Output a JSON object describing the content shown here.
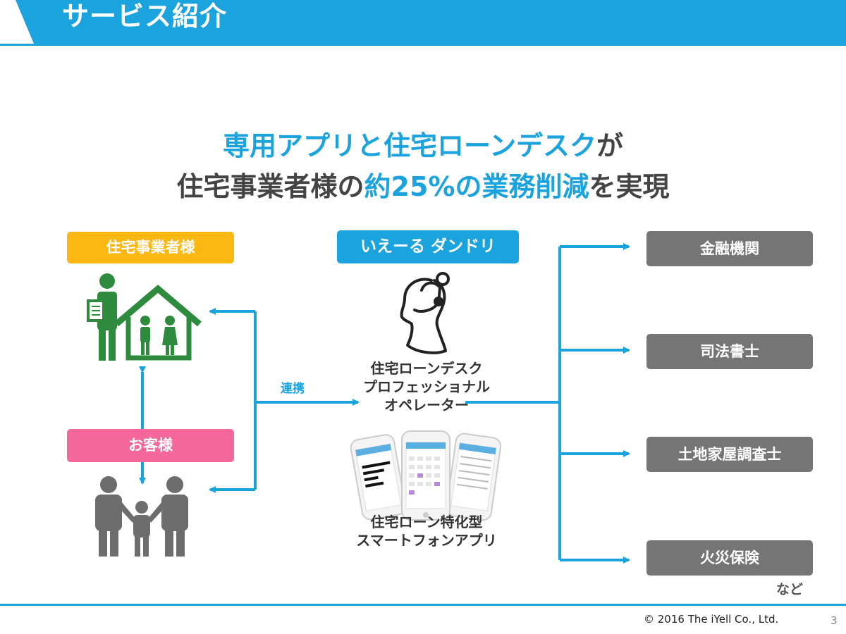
{
  "header": {
    "title": "サービス紹介"
  },
  "headline": {
    "line1_blue": "専用アプリと住宅ローンデスク",
    "line1_dark": "が",
    "line2_a": "住宅事業者様の",
    "line2_b_blue": "約25%の業務削減",
    "line2_c": "を実現"
  },
  "left": {
    "business_label": "住宅事業者様",
    "customer_label": "お客様"
  },
  "center": {
    "service_label": "いえーる ダンドリ",
    "link_label": "連携",
    "operator_caption": [
      "住宅ローンデスク",
      "プロフェッショナル",
      "オペレーター"
    ],
    "app_caption": [
      "住宅ローン特化型",
      "スマートフォンアプリ"
    ]
  },
  "destinations": [
    "金融機関",
    "司法書士",
    "土地家屋調査士",
    "火災保険"
  ],
  "etc_label": "など",
  "footer": {
    "copyright": "© 2016 The iYell Co., Ltd.",
    "page": "3"
  },
  "colors": {
    "accent": "#1ba3dd",
    "business": "#fbb712",
    "customer": "#f4679a",
    "destination": "#757575",
    "house": "#2e8b3e",
    "person": "#6d6d6d"
  },
  "icons": [
    "person-with-document-icon",
    "house-with-family-icon",
    "family-icon",
    "headset-operator-icon",
    "smartphone-app-icon"
  ]
}
